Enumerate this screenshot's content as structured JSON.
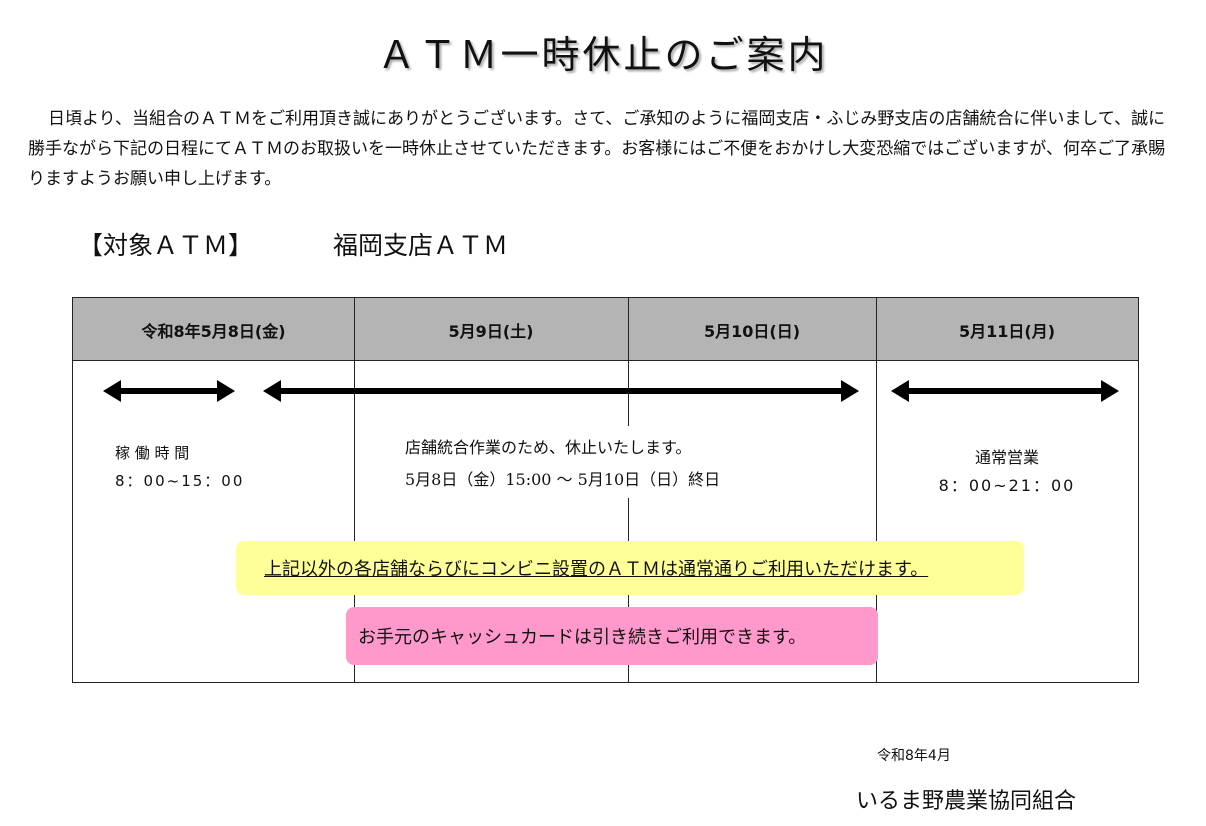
{
  "title": "ＡＴＭ一時休止のご案内",
  "intro": "日頃より、当組合のＡＴＭをご利用頂き誠にありがとうございます。さて、ご承知のように福岡支店・ふじみ野支店の店舗統合に伴いまして、誠に勝手ながら下記の日程にてＡＴＭのお取扱いを一時休止させていただきます。お客様にはご不便をおかけし大変恐縮ではございますが、何卒ご了承賜りますようお願い申し上げます。",
  "target": {
    "label": "【対象ＡＴＭ】",
    "value": "福岡支店ＡＴＭ"
  },
  "table": {
    "headers": [
      "令和8年5月8日(金)",
      "5月9日(土)",
      "5月10日(日)",
      "5月11日(月)"
    ],
    "col1": {
      "label": "稼 働 時 間",
      "hours": "8：00~15：00"
    },
    "middle": {
      "line1": "店舗統合作業のため、休止いたします。",
      "line2": "5月8日（金）15:00 ～ 5月10日（日）終日"
    },
    "col4": {
      "label": "通常営業",
      "hours": "8：00~21：00"
    },
    "note_yellow": "上記以外の各店舗ならびにコンビニ設置のＡＴＭは通常通りご利用いただけます。",
    "note_pink": "お手元のキャッシュカードは引き続きご利用できます。"
  },
  "date": "令和8年4月",
  "organization": "いるま野農業協同組合"
}
